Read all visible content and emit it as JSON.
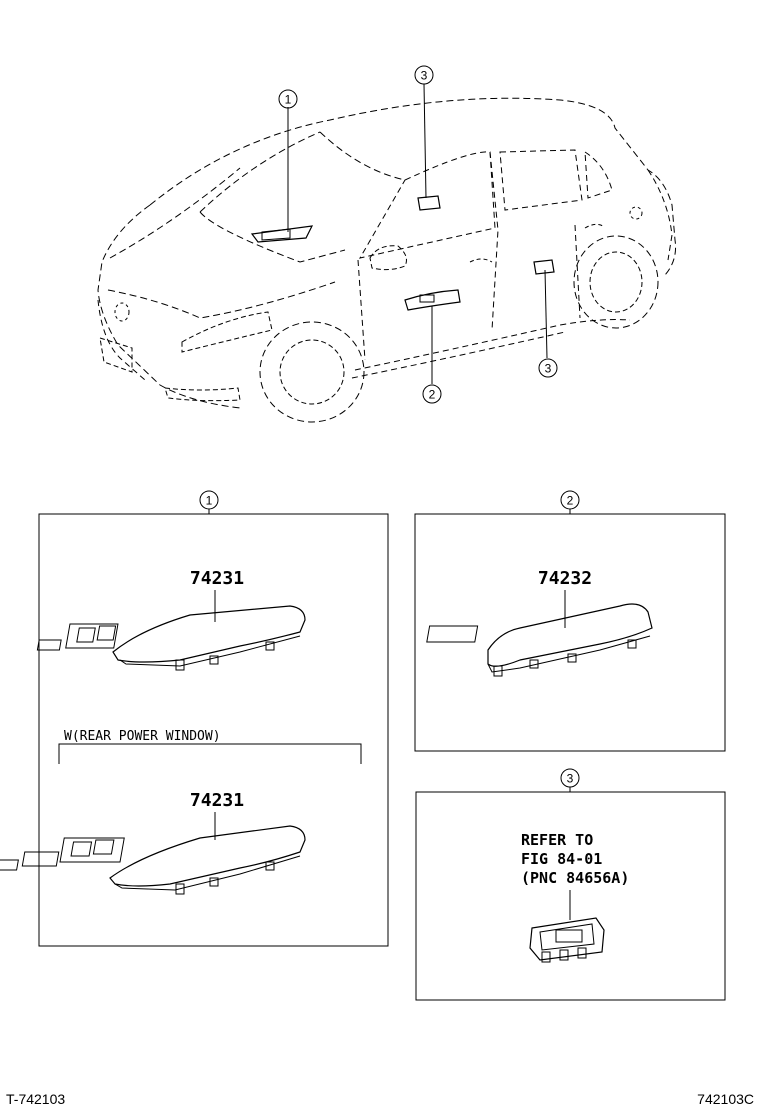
{
  "callouts": {
    "c1": "1",
    "c2": "2",
    "c3": "3"
  },
  "panels": {
    "p1": {
      "callout": "1",
      "part_number_top": "74231",
      "condition": "W(REAR POWER WINDOW)",
      "part_number_bottom": "74231"
    },
    "p2": {
      "callout": "2",
      "part_number": "74232"
    },
    "p3": {
      "callout": "3",
      "note_line1": "REFER TO",
      "note_line2": "FIG 84-01",
      "note_line3": "(PNC 84656A)"
    }
  },
  "footer": {
    "left_code": "T-742103",
    "right_code": "742103C"
  }
}
